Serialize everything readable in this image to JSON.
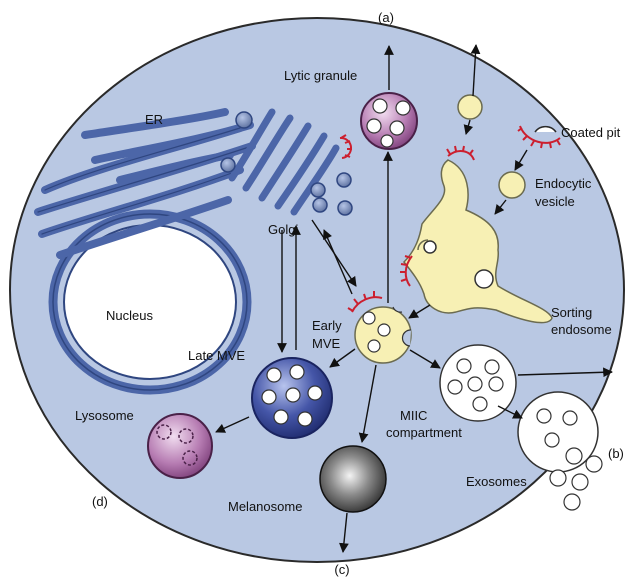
{
  "labels": {
    "lytic_granule": "Lytic granule",
    "coated_pit": "Coated pit",
    "er": "ER",
    "golgi": "Golgi",
    "endocytic_vesicle_1": "Endocytic",
    "endocytic_vesicle_2": "vesicle",
    "nucleus": "Nucleus",
    "sorting_endosome_1": "Sorting",
    "sorting_endosome_2": "endosome",
    "early_mve_1": "Early",
    "early_mve_2": "MVE",
    "late_mve": "Late MVE",
    "miic_1": "MIIC",
    "miic_2": "compartment",
    "lysosome": "Lysosome",
    "exosomes": "Exosomes",
    "melanosome": "Melanosome"
  },
  "corners": {
    "a": "(a)",
    "b": "(b)",
    "c": "(c)",
    "d": "(d)"
  },
  "colors": {
    "cell_fill": "#b9c8e3",
    "membrane": "#2a2a2a",
    "er_golgi": "#4c66a8",
    "endosome_yellow": "#f7f0b4",
    "lytic_purple": "#9a5a96",
    "late_mve_blue": "#2f3d8e",
    "melanosome_dark": "#3a3a3a",
    "clathrin_red": "#cc1f2f",
    "vesicle_white": "#ffffff"
  }
}
